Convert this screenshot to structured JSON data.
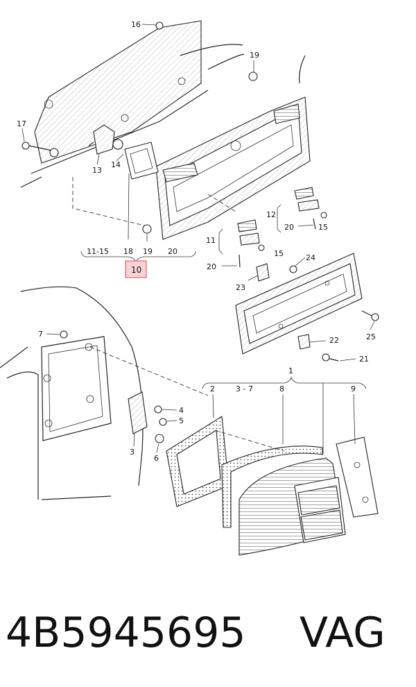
{
  "part_number": "4B5945695",
  "brand": "VAG",
  "highlight_label": "10",
  "callouts": {
    "c16": "16",
    "c19a": "19",
    "c17": "17",
    "c13": "13",
    "c14": "14",
    "c18": "18",
    "c19b": "19",
    "c20a": "20",
    "c11_15": "11-15",
    "c12": "12",
    "c20b": "20",
    "c15a": "15",
    "c11": "11",
    "c15b": "15",
    "c20c": "20",
    "c24": "24",
    "c23": "23",
    "c25": "25",
    "c22": "22",
    "c21": "21",
    "c7": "7",
    "c4": "4",
    "c5": "5",
    "c3": "3",
    "c6": "6",
    "c1": "1",
    "c2": "2",
    "c3_7": "3 - 7",
    "c8": "8",
    "c9": "9"
  },
  "colors": {
    "highlight_fill": "#f7d3d6",
    "highlight_stroke": "#e0606c",
    "line": "#222222"
  }
}
